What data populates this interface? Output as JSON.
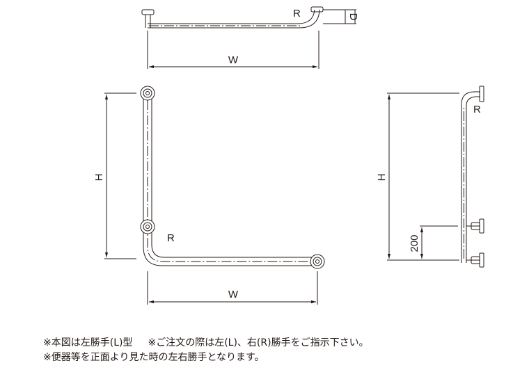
{
  "labels": {
    "R": "R",
    "D": "D",
    "W": "W",
    "H": "H",
    "dim200": "200"
  },
  "notes": {
    "line1_a": "※本図は左勝手(L)型",
    "line1_b": "※ご注文の際は左(L)、右(R)勝手をご指示下さい。",
    "line2": "※便器等を正面より見た時の左右勝手となります。"
  }
}
